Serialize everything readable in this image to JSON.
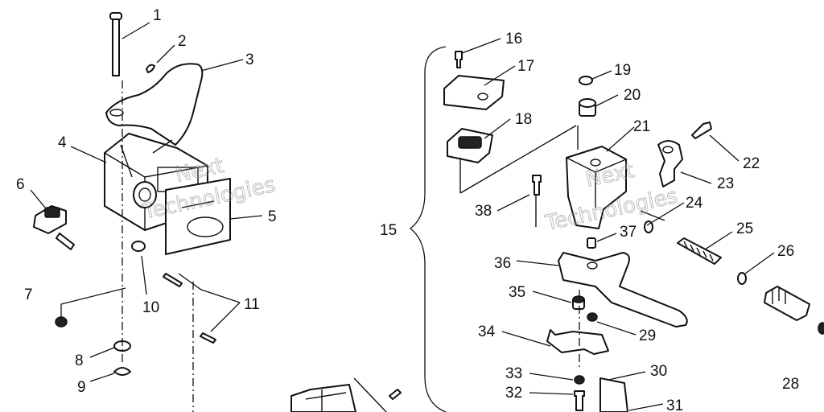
{
  "diagram": {
    "callouts": [
      "1",
      "2",
      "3",
      "4",
      "5",
      "6",
      "7",
      "8",
      "9",
      "10",
      "11",
      "15",
      "16",
      "17",
      "18",
      "19",
      "20",
      "21",
      "22",
      "23",
      "24",
      "25",
      "26",
      "28",
      "29",
      "30",
      "31",
      "32",
      "33",
      "34",
      "35",
      "36",
      "37",
      "38"
    ],
    "watermark": {
      "line1": "Next",
      "line2": "Technologies"
    }
  }
}
